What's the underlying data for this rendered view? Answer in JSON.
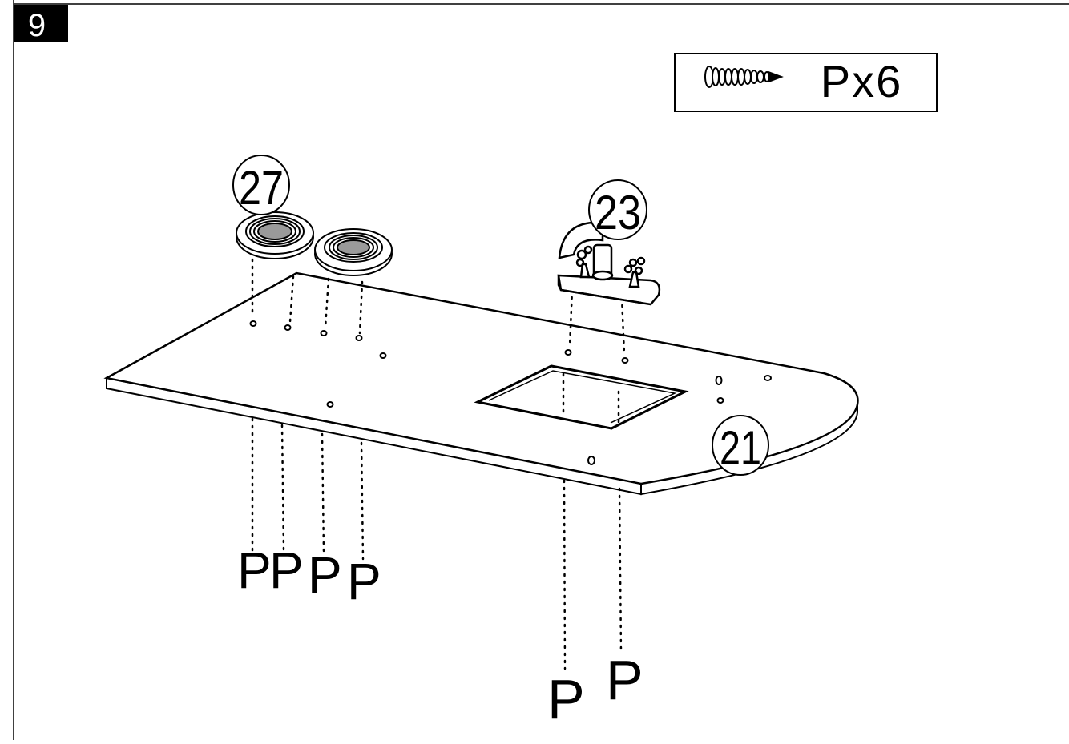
{
  "step": {
    "number": "9"
  },
  "hardware_box": {
    "icon": "screw-icon",
    "label": "Px6"
  },
  "parts": {
    "grommet": "27",
    "faucet": "23",
    "countertop": "21"
  },
  "screw_labels": {
    "left": [
      "P",
      "P",
      "P",
      "P"
    ],
    "right": [
      "P",
      "P"
    ]
  },
  "colors": {
    "ink": "#000000",
    "paper": "#ffffff",
    "grommet_center": "#9a9a9a"
  }
}
